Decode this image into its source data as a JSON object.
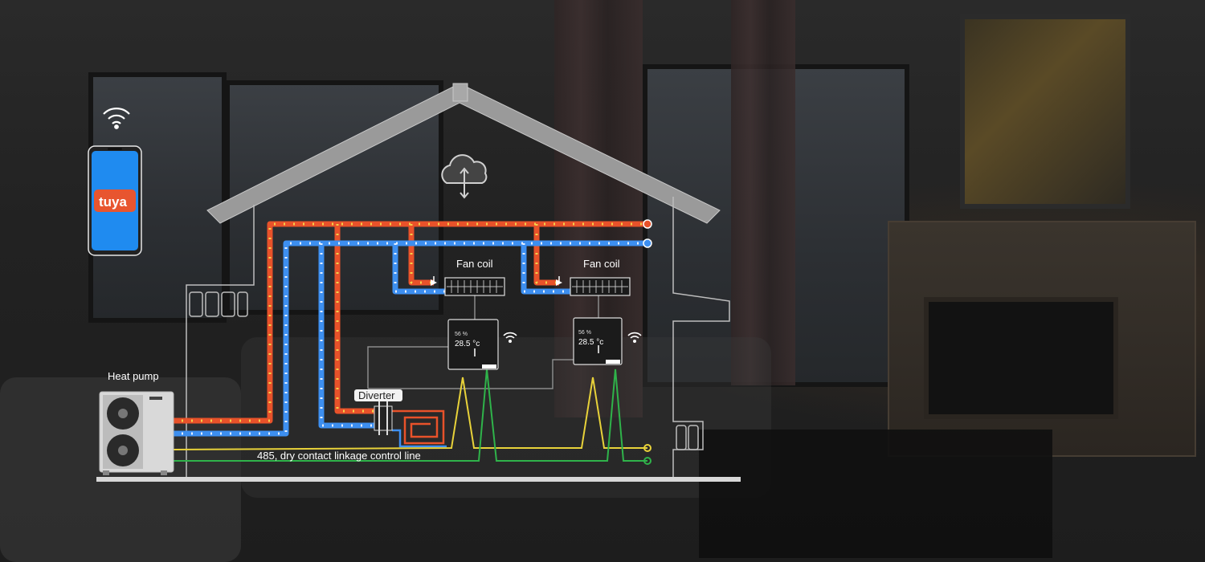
{
  "labels": {
    "heat_pump": "Heat pump",
    "fan_coil_1": "Fan coil",
    "fan_coil_2": "Fan coil",
    "diverter": "Diverter",
    "control_line": "485, dry contact linkage control line",
    "app": "tuya"
  },
  "thermostat": {
    "humidity": "56 %",
    "temperature": "28.5 °c"
  },
  "colors": {
    "hot_pipe": "#e8522a",
    "cold_pipe": "#3d8ff0",
    "yellow_line": "#e8d23a",
    "green_line": "#2fb34a",
    "house_outline": "#b8b8b8",
    "tuya_badge": "#e8552f"
  }
}
